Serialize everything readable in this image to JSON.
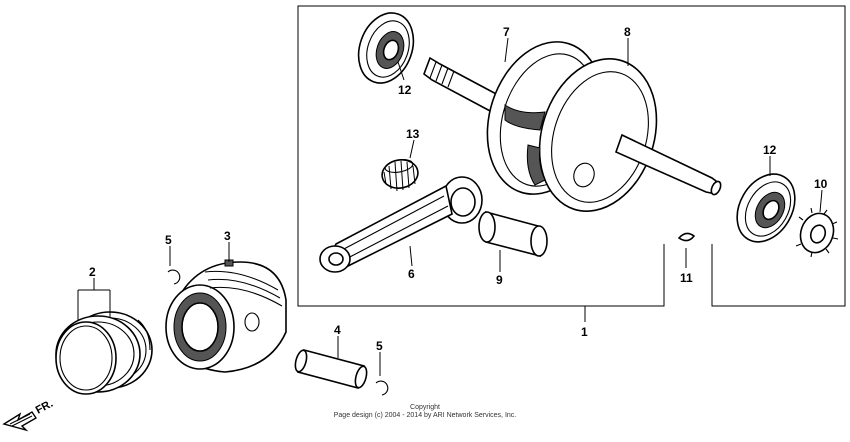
{
  "callouts": {
    "c1": "1",
    "c2": "2",
    "c3": "3",
    "c4": "4",
    "c5a": "5",
    "c5b": "5",
    "c6": "6",
    "c7": "7",
    "c8": "8",
    "c9": "9",
    "c10": "10",
    "c11": "11",
    "c12a": "12",
    "c12b": "12",
    "c13": "13"
  },
  "direction_label": "FR.",
  "copyright": {
    "line1": "Copyright",
    "line2": "Page design (c) 2004 - 2014 by ARI Network Services, Inc."
  }
}
